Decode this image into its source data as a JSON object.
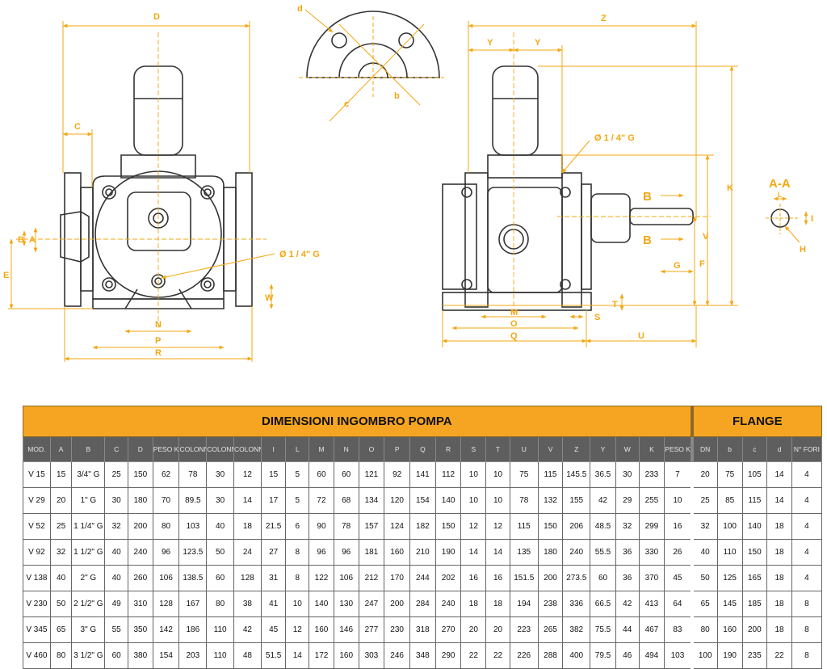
{
  "drawing": {
    "front_labels": [
      "D",
      "C",
      "B",
      "A",
      "E",
      "N",
      "P",
      "R",
      "W"
    ],
    "thread_label": "Ø 1 / 4\" G",
    "flange_labels": [
      "d",
      "c",
      "b"
    ],
    "side_labels": [
      "Z",
      "Y",
      "Y",
      "K",
      "V",
      "F",
      "G",
      "M",
      "O",
      "Q",
      "S",
      "T",
      "U",
      "B",
      "B"
    ],
    "section": {
      "title": "A-A",
      "labels": [
        "L",
        "I",
        "H"
      ]
    }
  },
  "table": {
    "title": "DIMENSIONI INGOMBRO POMPA",
    "flange_title": "FLANGE",
    "headers": [
      "MOD.",
      "A",
      "B",
      "C",
      "D",
      "PESO KG",
      "COLONN.",
      "COLONN.",
      "COLONN.",
      "I",
      "L",
      "M",
      "N",
      "O",
      "P",
      "Q",
      "R",
      "S",
      "T",
      "U",
      "V",
      "Z",
      "Y",
      "W",
      "K",
      "PESO KG",
      "DN",
      "b",
      "c",
      "d",
      "N° FORI"
    ],
    "rows": [
      [
        "V 15",
        "15",
        "3/4\" G",
        "25",
        "150",
        "62",
        "78",
        "30",
        "12",
        "15",
        "5",
        "60",
        "60",
        "121",
        "92",
        "141",
        "112",
        "10",
        "10",
        "75",
        "115",
        "145.5",
        "36.5",
        "30",
        "233",
        "7",
        "20",
        "75",
        "105",
        "14",
        "4"
      ],
      [
        "V 29",
        "20",
        "1\" G",
        "30",
        "180",
        "70",
        "89.5",
        "30",
        "14",
        "17",
        "5",
        "72",
        "68",
        "134",
        "120",
        "154",
        "140",
        "10",
        "10",
        "78",
        "132",
        "155",
        "42",
        "29",
        "255",
        "10",
        "25",
        "85",
        "115",
        "14",
        "4"
      ],
      [
        "V 52",
        "25",
        "1 1/4\" G",
        "32",
        "200",
        "80",
        "103",
        "40",
        "18",
        "21.5",
        "6",
        "90",
        "78",
        "157",
        "124",
        "182",
        "150",
        "12",
        "12",
        "115",
        "150",
        "206",
        "48.5",
        "32",
        "299",
        "16",
        "32",
        "100",
        "140",
        "18",
        "4"
      ],
      [
        "V 92",
        "32",
        "1 1/2\" G",
        "40",
        "240",
        "96",
        "123.5",
        "50",
        "24",
        "27",
        "8",
        "96",
        "96",
        "181",
        "160",
        "210",
        "190",
        "14",
        "14",
        "135",
        "180",
        "240",
        "55.5",
        "36",
        "330",
        "26",
        "40",
        "110",
        "150",
        "18",
        "4"
      ],
      [
        "V 138",
        "40",
        "2\" G",
        "40",
        "260",
        "106",
        "138.5",
        "60",
        "128",
        "31",
        "8",
        "122",
        "106",
        "212",
        "170",
        "244",
        "202",
        "16",
        "16",
        "151.5",
        "200",
        "273.5",
        "60",
        "36",
        "370",
        "45",
        "50",
        "125",
        "165",
        "18",
        "4"
      ],
      [
        "V 230",
        "50",
        "2 1/2\" G",
        "49",
        "310",
        "128",
        "167",
        "80",
        "38",
        "41",
        "10",
        "140",
        "130",
        "247",
        "200",
        "284",
        "240",
        "18",
        "18",
        "194",
        "238",
        "336",
        "66.5",
        "42",
        "413",
        "64",
        "65",
        "145",
        "185",
        "18",
        "8"
      ],
      [
        "V 345",
        "65",
        "3\" G",
        "55",
        "350",
        "142",
        "186",
        "110",
        "42",
        "45",
        "12",
        "160",
        "146",
        "277",
        "230",
        "318",
        "270",
        "20",
        "20",
        "223",
        "265",
        "382",
        "75.5",
        "44",
        "467",
        "83",
        "80",
        "160",
        "200",
        "18",
        "8"
      ],
      [
        "V 460",
        "80",
        "3 1/2\" G",
        "60",
        "380",
        "154",
        "203",
        "110",
        "48",
        "51.5",
        "14",
        "172",
        "160",
        "303",
        "246",
        "348",
        "290",
        "22",
        "22",
        "226",
        "288",
        "400",
        "79.5",
        "46",
        "494",
        "103",
        "100",
        "190",
        "235",
        "22",
        "8"
      ]
    ]
  }
}
